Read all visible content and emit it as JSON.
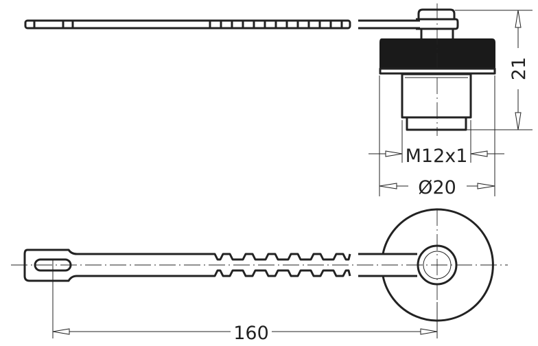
{
  "drawing": {
    "dimensions": {
      "height": "21",
      "thread": "M12x1",
      "diameter": "Ø20",
      "length": "160"
    },
    "colors": {
      "line": "#222222",
      "background": "#ffffff"
    }
  }
}
